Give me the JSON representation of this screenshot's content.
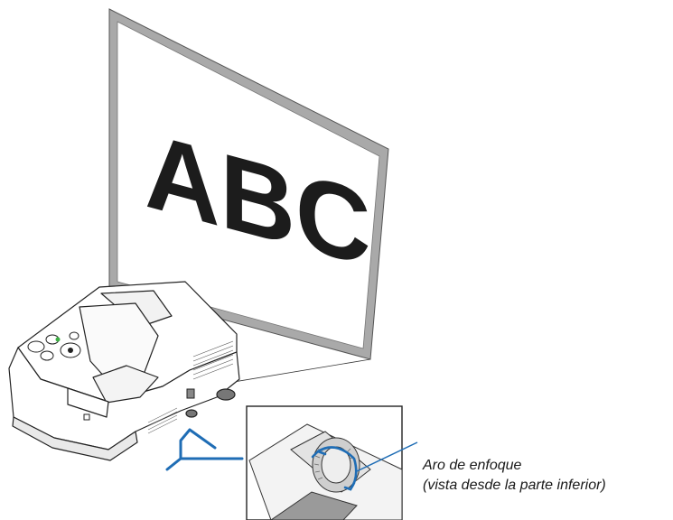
{
  "screen": {
    "text": "ABC"
  },
  "callout": {
    "label_line1": "Aro de enfoque",
    "label_line2": "(vista desde la parte inferior)"
  },
  "colors": {
    "screen_frame": "#a9a9a9",
    "screen_surface": "#ffffff",
    "screen_text": "#1c1c1c",
    "projector_body": "#ffffff",
    "outline": "#222222",
    "indicator_arrow": "#1f6db5",
    "focus_ring_arrow": "#1f6db5"
  }
}
